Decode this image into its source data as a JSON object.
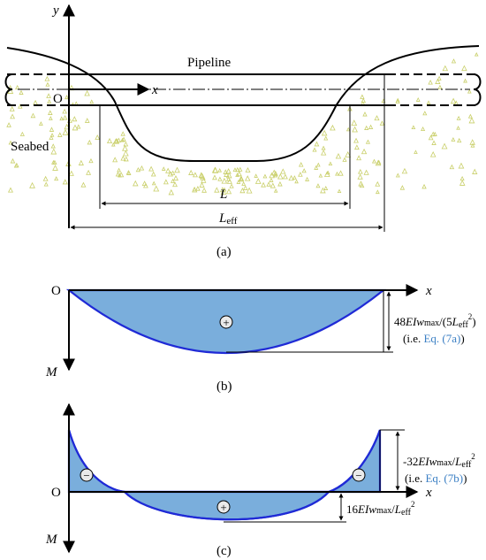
{
  "figure": {
    "colors": {
      "moment_fill": "#7aaedc",
      "moment_stroke": "#1f2ad6",
      "seabed_dots": "#c9cf6a",
      "eq_link": "#3b7fc4"
    },
    "panel_a": {
      "axis_y": "y",
      "axis_x": "x",
      "origin": "O",
      "pipeline_label": "Pipeline",
      "seabed_label": "Seabed",
      "span_L": "L",
      "span_Leff_main": "L",
      "span_Leff_sub": "eff",
      "caption": "(a)"
    },
    "panel_b": {
      "origin": "O",
      "axis_x": "x",
      "axis_M": "M",
      "sign": "+",
      "formula": {
        "a": "48",
        "b": "EIw",
        "c": "max",
        "d": "/(5",
        "e": "L",
        "f": "eff",
        "g": "2",
        "h": ")"
      },
      "ref_prefix": "(i.e. ",
      "ref_link": "Eq. (7a)",
      "ref_suffix": ")",
      "caption": "(b)"
    },
    "panel_c": {
      "origin": "O",
      "axis_x": "x",
      "axis_M": "M",
      "sign_left": "−",
      "sign_mid": "+",
      "sign_right": "−",
      "formula_top": {
        "a": "-32",
        "b": "EIw",
        "c": "max",
        "d": "/",
        "e": "L",
        "f": "eff",
        "g": "2"
      },
      "ref_prefix": "(i.e. ",
      "ref_link": "Eq. (7b)",
      "ref_suffix": ")",
      "formula_bottom": {
        "a": "16",
        "b": "EIw",
        "c": "max",
        "d": "/",
        "e": "L",
        "f": "eff",
        "g": "2"
      },
      "caption": "(c)"
    }
  }
}
